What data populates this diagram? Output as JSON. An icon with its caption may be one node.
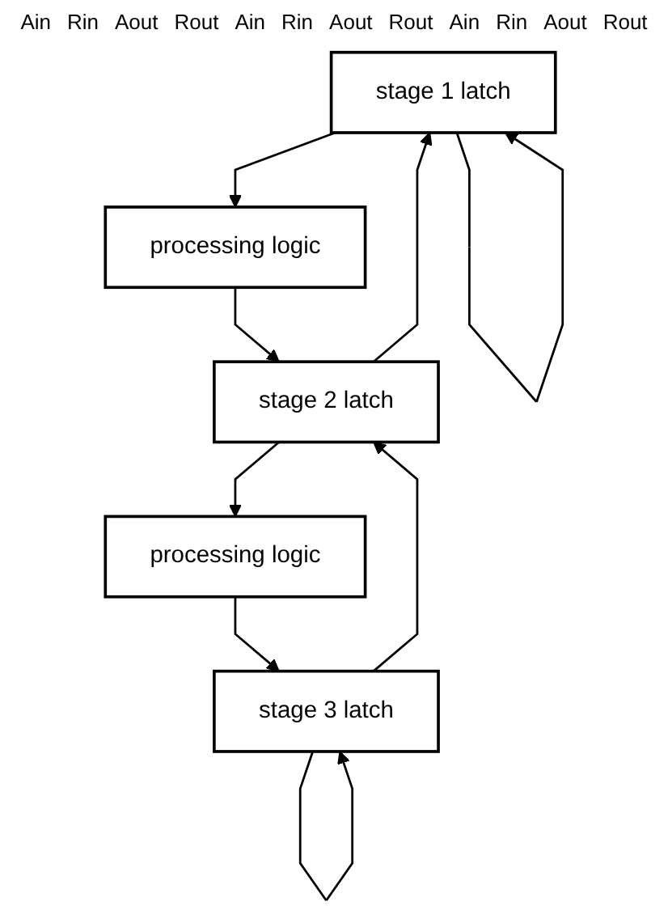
{
  "diagram": {
    "nodes": [
      {
        "text": [
          "stage 1 latch"
        ]
      },
      {
        "text": [
          "processing logic"
        ]
      },
      {
        "text": [
          "stage 2 latch"
        ]
      },
      {
        "text": [
          "processing logic"
        ]
      },
      {
        "text": [
          "stage 3 latch"
        ]
      }
    ],
    "edges": [
      {
        "from": 0,
        "to": 0,
        "arrow": "to"
      },
      {
        "from": 0,
        "to": 1,
        "arrow": "to"
      },
      {
        "from": 1,
        "to": 2,
        "arrow": "to"
      },
      {
        "from": 2,
        "to": 0,
        "arrow": "to"
      },
      {
        "from": 2,
        "to": 3,
        "arrow": "to"
      },
      {
        "from": 3,
        "to": 4,
        "arrow": "to"
      },
      {
        "from": 4,
        "to": 2,
        "arrow": "to"
      },
      {
        "from": 4,
        "to": 4,
        "arrow": "to"
      }
    ],
    "labels": [
      "Ain",
      "Rin",
      "Aout",
      "Rout",
      "Ain",
      "Rin",
      "Aout",
      "Rout",
      "Ain",
      "Rin",
      "Aout",
      "Rout"
    ]
  }
}
